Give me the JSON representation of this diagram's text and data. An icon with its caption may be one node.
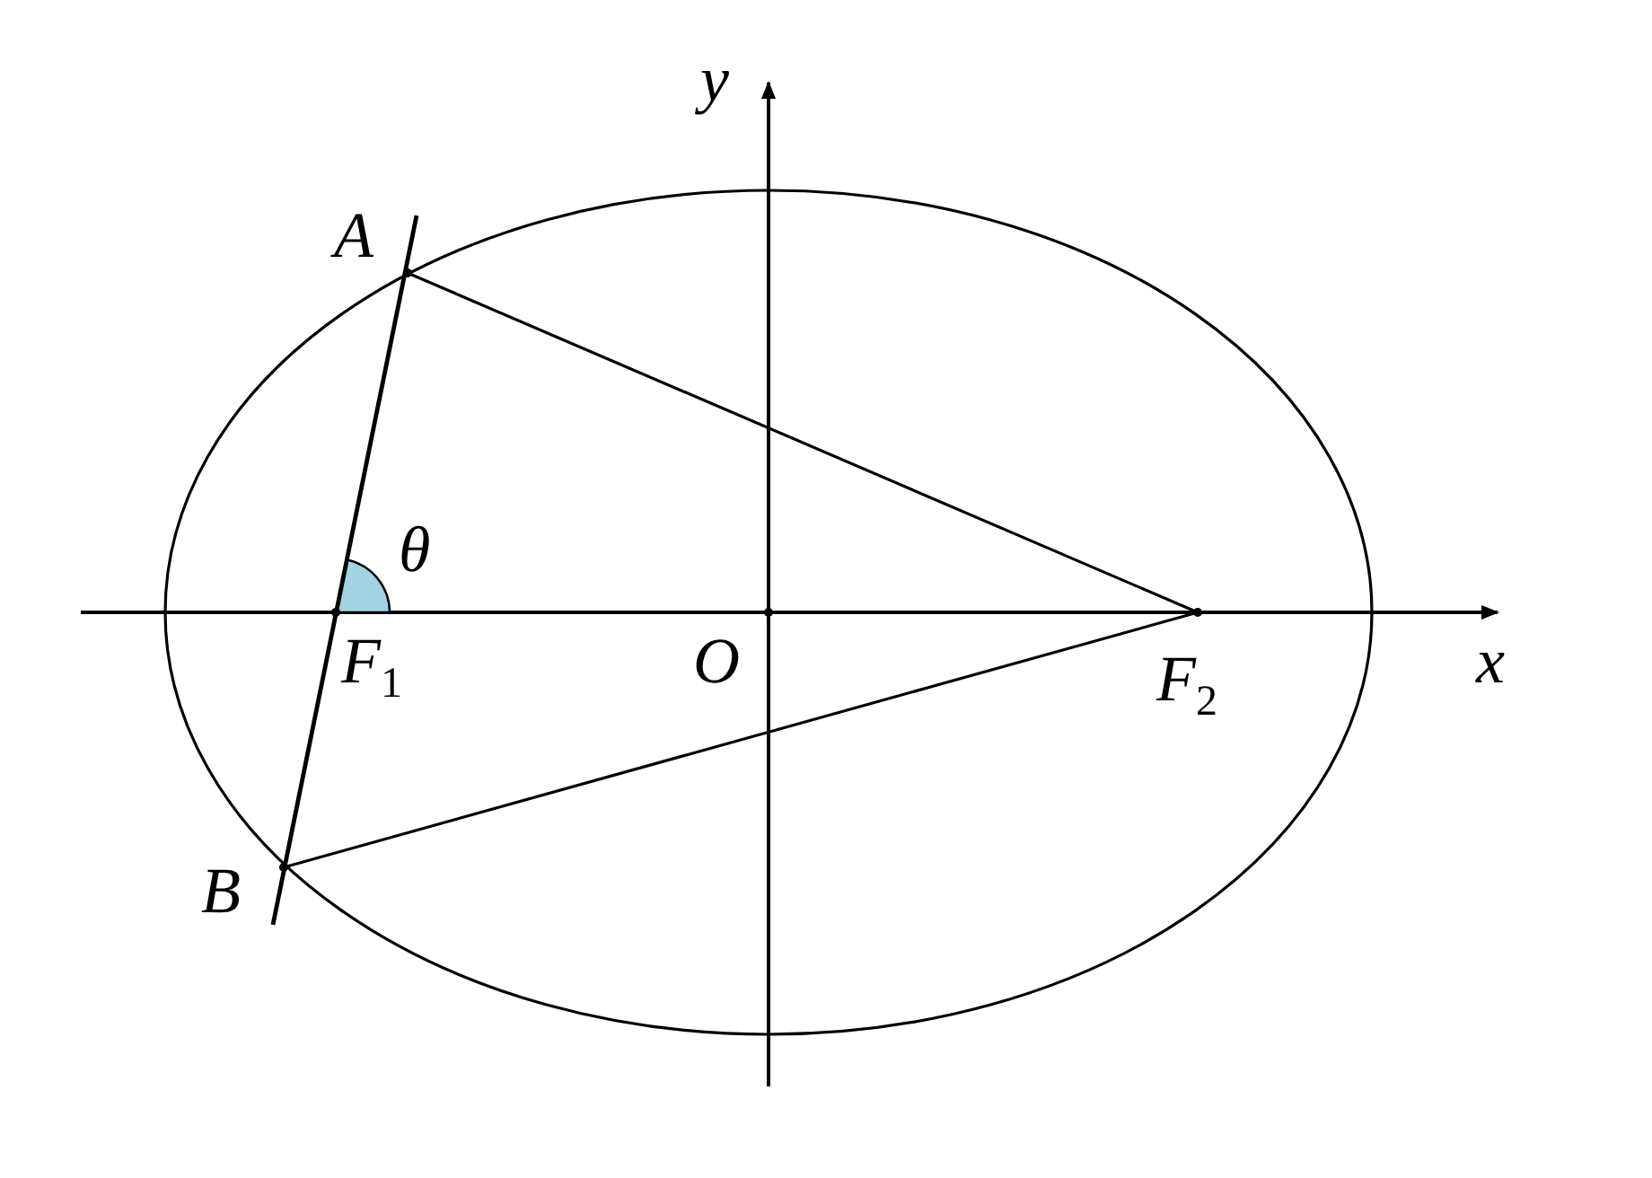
{
  "diagram": {
    "labels": [
      "y",
      "A",
      "θ",
      "*F*$_{1}$",
      "O",
      "*F*$_{2}$",
      "x",
      "B"
    ]
  }
}
